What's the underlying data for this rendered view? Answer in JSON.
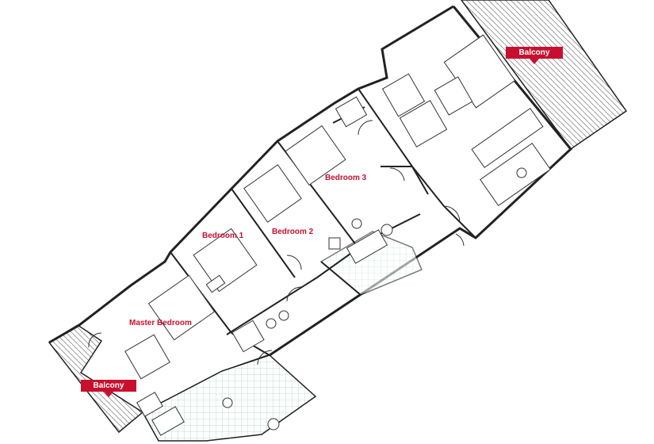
{
  "plan": {
    "labels": {
      "master_bedroom": "Master Bedroom",
      "bedroom1": "Bedroom 1",
      "bedroom2": "Bedroom 2",
      "bedroom3": "Bedroom 3"
    },
    "tags": {
      "balcony_right": "Balcony",
      "balcony_left": "Balcony"
    },
    "colors": {
      "label": "#c8102e",
      "tag_bg": "#c8102e",
      "wall": "#222222",
      "fixture": "#333333",
      "tile": "#bfe3d4"
    }
  }
}
